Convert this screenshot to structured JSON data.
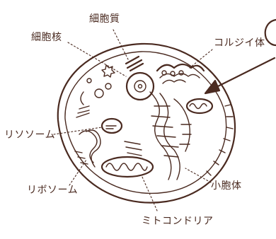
{
  "diagram": {
    "labels": {
      "cytoplasm": "細胞質",
      "nucleus": "細胞核",
      "golgi": "コルジイ体",
      "lysosome": "リソソーム",
      "ribosome": "リボソーム",
      "vesicle": "小胞体",
      "mitochondria": "ミトコンドリア"
    },
    "colors": {
      "ink": "#4a2a20",
      "background": "#ffffff"
    }
  }
}
